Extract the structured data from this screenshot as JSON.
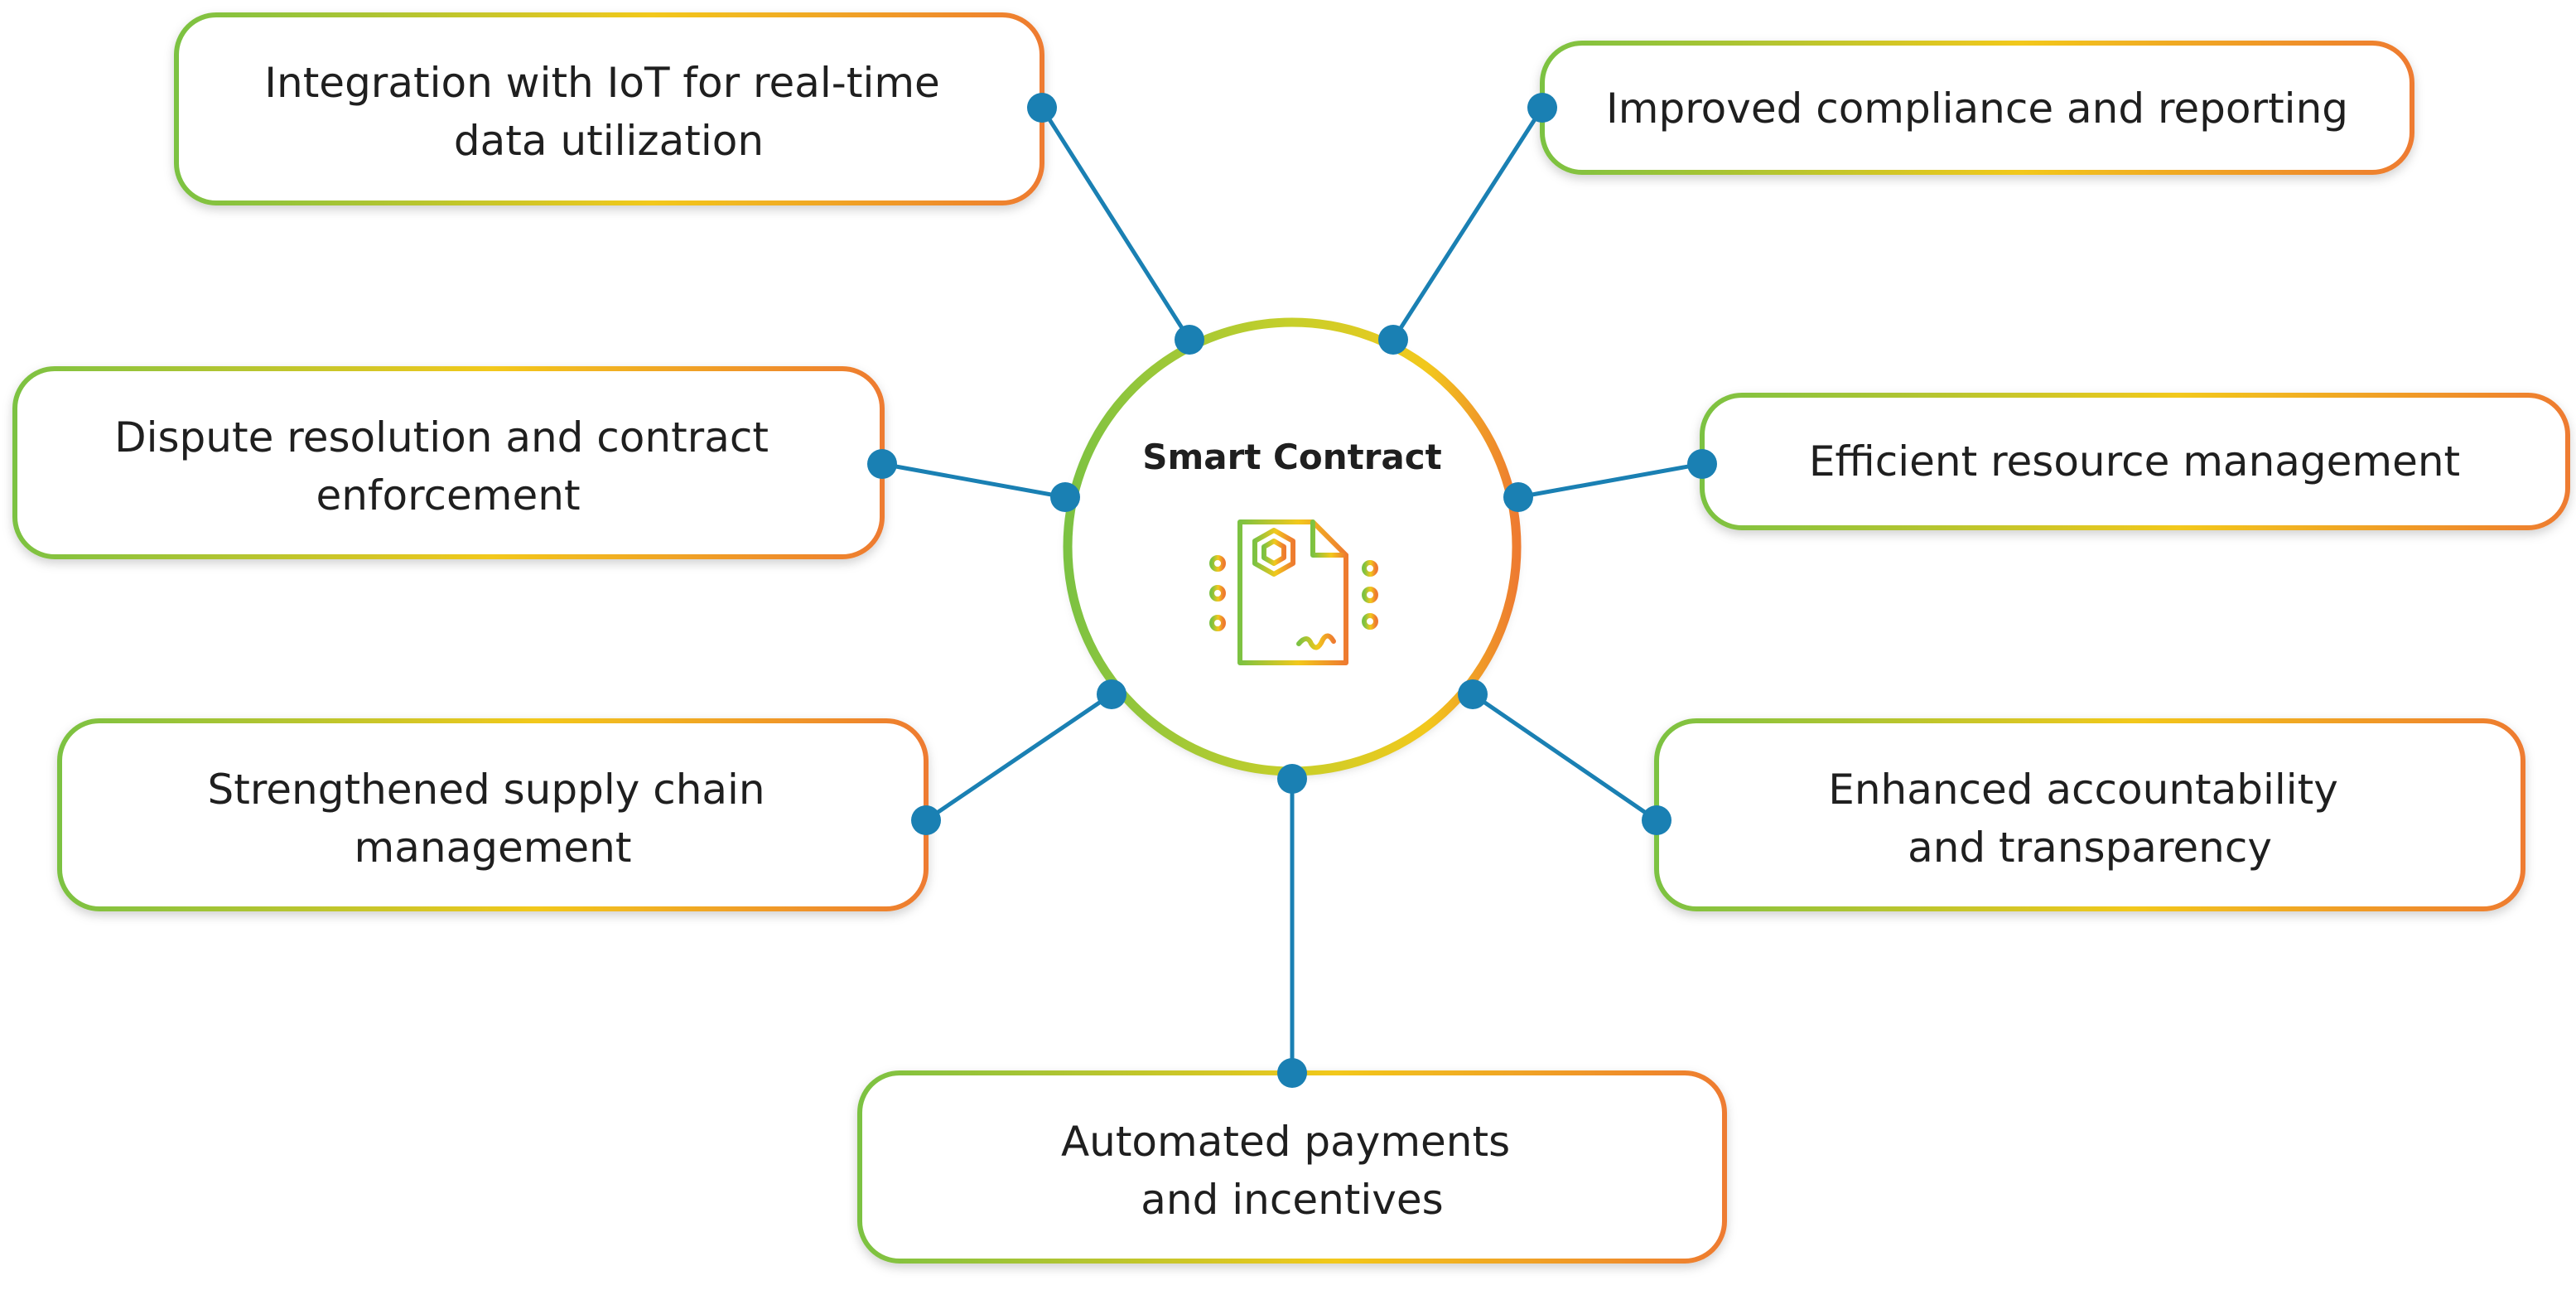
{
  "center": {
    "title": "Smart Contract",
    "icon": "smart-contract-document-icon"
  },
  "benefits": [
    {
      "id": "iot-integration",
      "lines": [
        "Integration with IoT for real-time",
        "data utilization"
      ]
    },
    {
      "id": "compliance-reporting",
      "lines": [
        "Improved compliance and reporting"
      ]
    },
    {
      "id": "dispute-resolution",
      "lines": [
        "Dispute resolution and contract",
        "enforcement"
      ]
    },
    {
      "id": "resource-management",
      "lines": [
        "Efficient resource management"
      ]
    },
    {
      "id": "supply-chain",
      "lines": [
        "Strengthened supply chain",
        "management"
      ]
    },
    {
      "id": "accountability-transparency",
      "lines": [
        "Enhanced accountability",
        "and transparency"
      ]
    },
    {
      "id": "automated-payments",
      "lines": [
        "Automated payments",
        "and incentives"
      ]
    }
  ],
  "colors": {
    "gradient_start": "#7cc242",
    "gradient_mid": "#f2c81c",
    "gradient_end": "#ee7b30",
    "connector": "#1a80b3",
    "text": "#1f1f1f"
  }
}
